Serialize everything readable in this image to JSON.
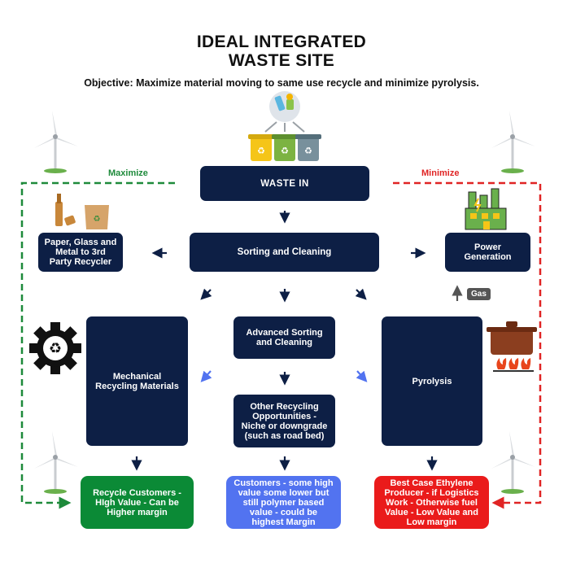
{
  "title": {
    "line1": "IDEAL INTEGRATED",
    "line2": "WASTE SITE"
  },
  "objective": "Objective: Maximize material moving to same use recycle and minimize pyrolysis.",
  "labels": {
    "maximize": "Maximize",
    "minimize": "Minimize",
    "gas": "Gas"
  },
  "boxes": {
    "waste_in": "WASTE IN",
    "sorting": "Sorting and Cleaning",
    "paper_glass": "Paper, Glass and\nMetal  to 3rd\nParty Recycler",
    "power": "Power\nGeneration",
    "mechanical": "Mechanical\nRecycling Materials",
    "advanced": "Advanced Sorting\nand Cleaning",
    "other": "Other Recycling\nOpportunities -\nNiche or downgrade\n(such as road bed)",
    "pyrolysis": "Pyrolysis",
    "recycle_customers": "Recycle Customers -\nHIgh Value - Can be\nHigher margin",
    "customers_mixed": "Customers - some high\nvalue some lower but\nstill polymer based\nvalue - could be\nhighest Margin",
    "ethylene": "Best Case Ethylene\nProducer - if Logistics\nWork - Otherwise fuel\nValue - Low Value and\nLow margin"
  },
  "colors": {
    "navy": "#0d1f45",
    "green": "#0b8a36",
    "blue": "#5273f0",
    "red": "#ea1b1b",
    "maximize_line": "#1e8a3b",
    "minimize_line": "#e02424"
  }
}
